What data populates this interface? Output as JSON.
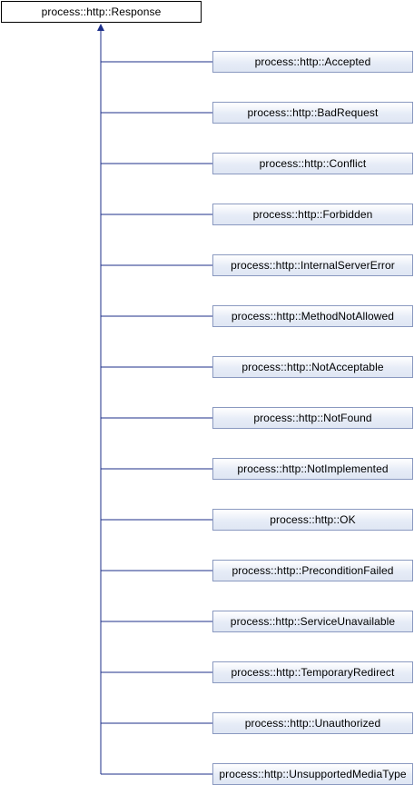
{
  "diagram": {
    "base_class": "process::http::Response",
    "derived_classes": [
      "process::http::Accepted",
      "process::http::BadRequest",
      "process::http::Conflict",
      "process::http::Forbidden",
      "process::http::InternalServerError",
      "process::http::MethodNotAllowed",
      "process::http::NotAcceptable",
      "process::http::NotFound",
      "process::http::NotImplemented",
      "process::http::OK",
      "process::http::PreconditionFailed",
      "process::http::ServiceUnavailable",
      "process::http::TemporaryRedirect",
      "process::http::Unauthorized",
      "process::http::UnsupportedMediaType"
    ],
    "colors": {
      "edge": "#1c2f8a",
      "derived_border": "#8a99c0",
      "derived_fill": "#e6ecf7",
      "base_border": "#000000"
    }
  }
}
